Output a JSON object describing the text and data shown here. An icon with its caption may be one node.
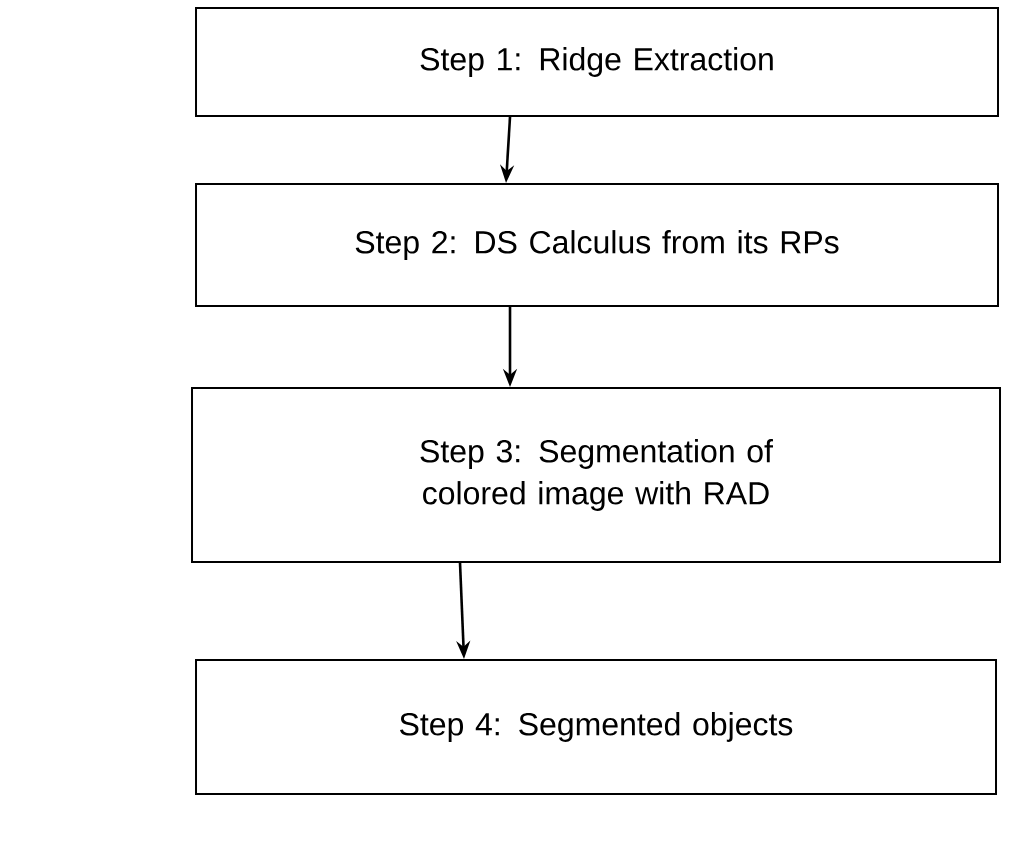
{
  "diagram": {
    "nodes": [
      {
        "text": [
          "Step 1: Ridge Extraction"
        ]
      },
      {
        "text": [
          "Step 2: DS Calculus from its RPs"
        ]
      },
      {
        "text": [
          "Step 3: Segmentation of colored image with RAD"
        ]
      },
      {
        "text": [
          "Step 4: Segmented objects"
        ]
      }
    ],
    "edges": [
      {
        "from": 0,
        "to": 1,
        "arrow": "to"
      },
      {
        "from": 1,
        "to": 2,
        "arrow": "to"
      },
      {
        "from": 2,
        "to": 3,
        "arrow": "to"
      }
    ]
  }
}
